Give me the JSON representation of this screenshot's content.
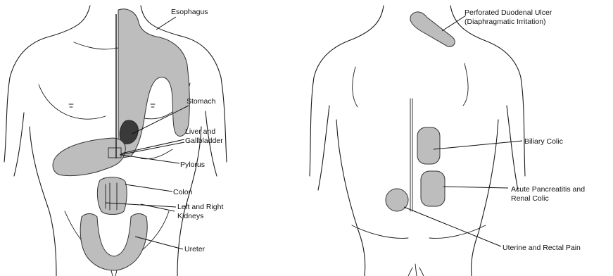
{
  "front_view": {
    "labels": {
      "esophagus": "Esophagus",
      "stomach": "Stomach",
      "liver_line1": "Liver and",
      "liver_line2": "Gallbladder",
      "pylorus": "Pylorus",
      "colon": "Colon",
      "kidneys_line1": "Left and Right",
      "kidneys_line2": "Kidneys",
      "ureter": "Ureter"
    }
  },
  "back_view": {
    "labels": {
      "ulcer_line1": "Perforated Duodenal Ulcer",
      "ulcer_line2": "(Diaphragmatic Irritation)",
      "biliary": "Biliary Colic",
      "pancreatitis_line1": "Acute Pancreatitis and",
      "pancreatitis_line2": "Renal Colic",
      "uterine": "Uterine and Rectal Pain"
    }
  }
}
